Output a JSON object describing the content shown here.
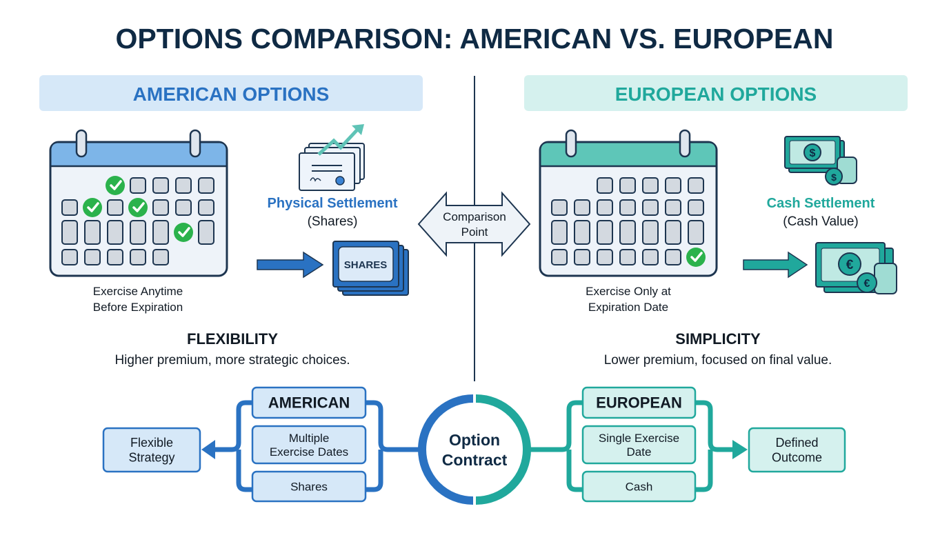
{
  "title": "OPTIONS COMPARISON: AMERICAN VS. EUROPEAN",
  "colors": {
    "navy": "#0f2a44",
    "blue": "#2a72c2",
    "teal": "#20a89c",
    "green": "#2bb24c"
  },
  "american": {
    "header": "AMERICAN OPTIONS",
    "calendar_caption": [
      "Exercise Anytime",
      "Before Expiration"
    ],
    "settlement_title": "Physical Settlement",
    "settlement_sub": "(Shares)",
    "bill_label": "SHARES",
    "feature_title": "FLEXIBILITY",
    "feature_desc": "Higher premium, more strategic choices."
  },
  "european": {
    "header": "EUROPEAN OPTIONS",
    "calendar_caption": [
      "Exercise Only at",
      "Expiration Date"
    ],
    "settlement_title": "Cash Settlement",
    "settlement_sub": "(Cash Value)",
    "feature_title": "SIMPLICITY",
    "feature_desc": "Lower premium, focused on final value."
  },
  "comparison": [
    "Comparison",
    "Point"
  ],
  "diagram": {
    "center": [
      "Option",
      "Contract"
    ],
    "left": {
      "title": "AMERICAN",
      "items": [
        [
          "Multiple",
          "Exercise Dates"
        ],
        [
          "Shares"
        ]
      ],
      "outcome": [
        "Flexible",
        "Strategy"
      ]
    },
    "right": {
      "title": "EUROPEAN",
      "items": [
        [
          "Single Exercise",
          "Date"
        ],
        [
          "Cash"
        ]
      ],
      "outcome": [
        "Defined",
        "Outcome"
      ]
    }
  }
}
